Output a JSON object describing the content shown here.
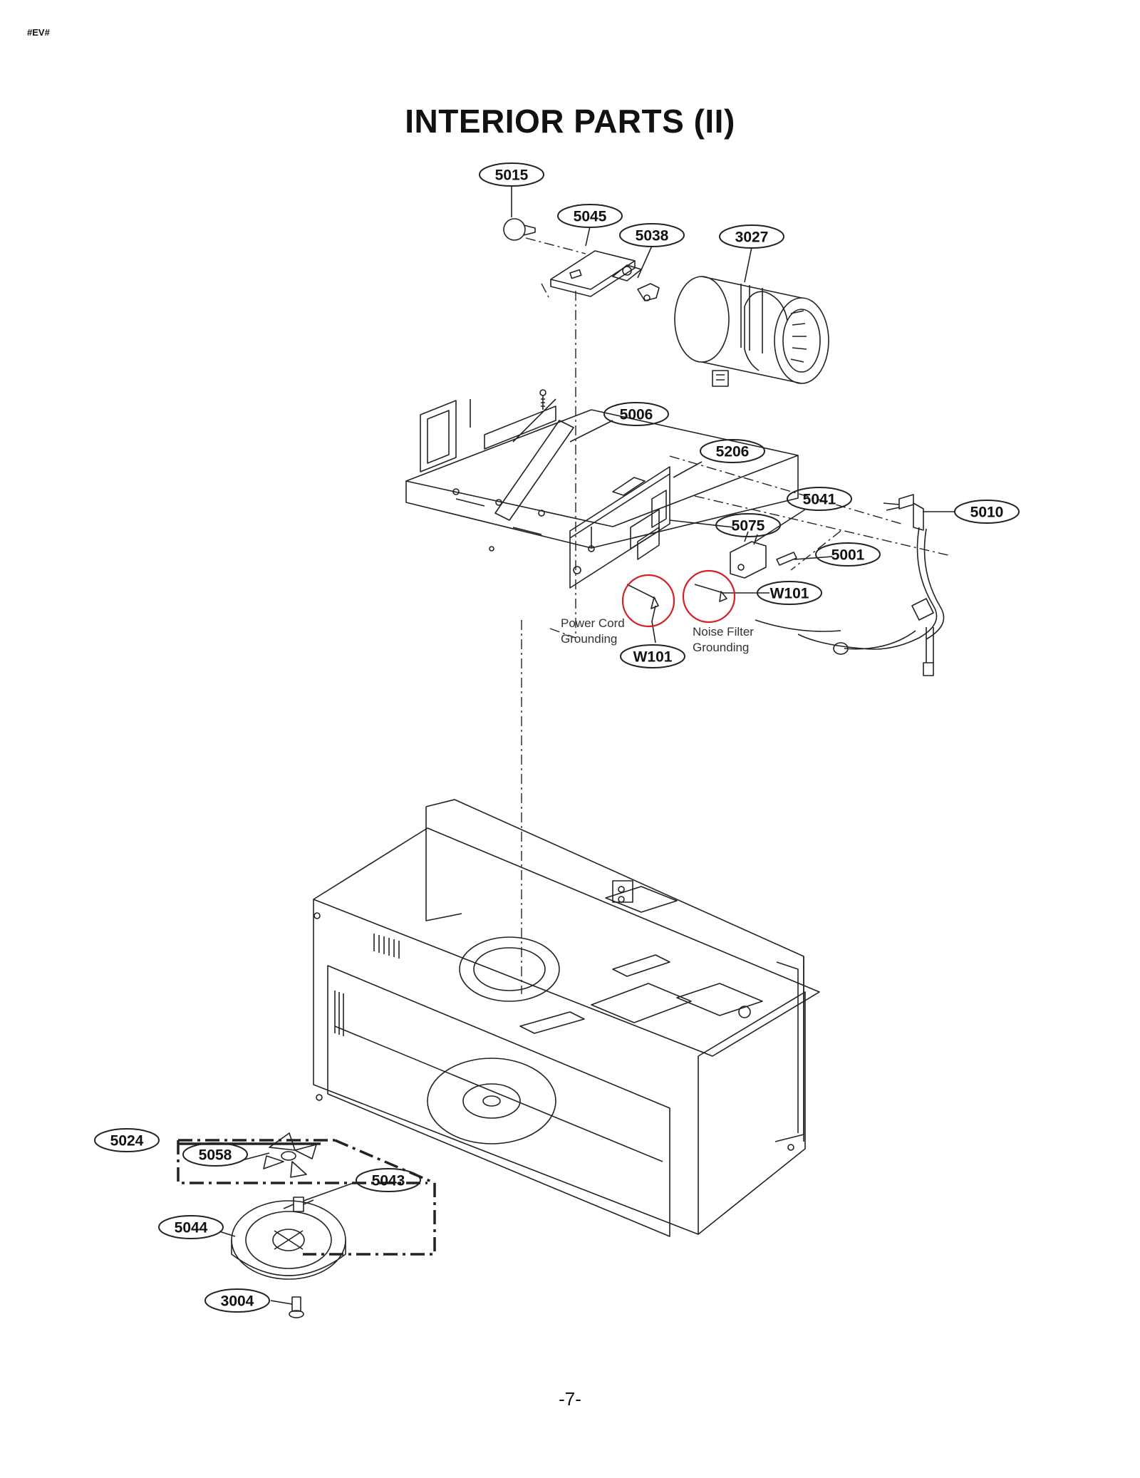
{
  "page": {
    "corner_code": "#EV#",
    "title": "INTERIOR PARTS (II)",
    "page_number": "-7-"
  },
  "callouts": {
    "c5015": "5015",
    "c5045": "5045",
    "c5038": "5038",
    "c3027": "3027",
    "c5006": "5006",
    "c5206": "5206",
    "c5041": "5041",
    "c5010": "5010",
    "c5075": "5075",
    "c5001": "5001",
    "cW101a": "W101",
    "cW101b": "W101",
    "c5024": "5024",
    "c5058": "5058",
    "c5043": "5043",
    "c5044": "5044",
    "c3004": "3004"
  },
  "notes": {
    "power_cord_1": "Power Cord",
    "power_cord_2": "Grounding",
    "noise_filter_1": "Noise Filter",
    "noise_filter_2": "Grounding"
  },
  "colors": {
    "line": "#222222",
    "highlight_circle": "#d42027"
  }
}
